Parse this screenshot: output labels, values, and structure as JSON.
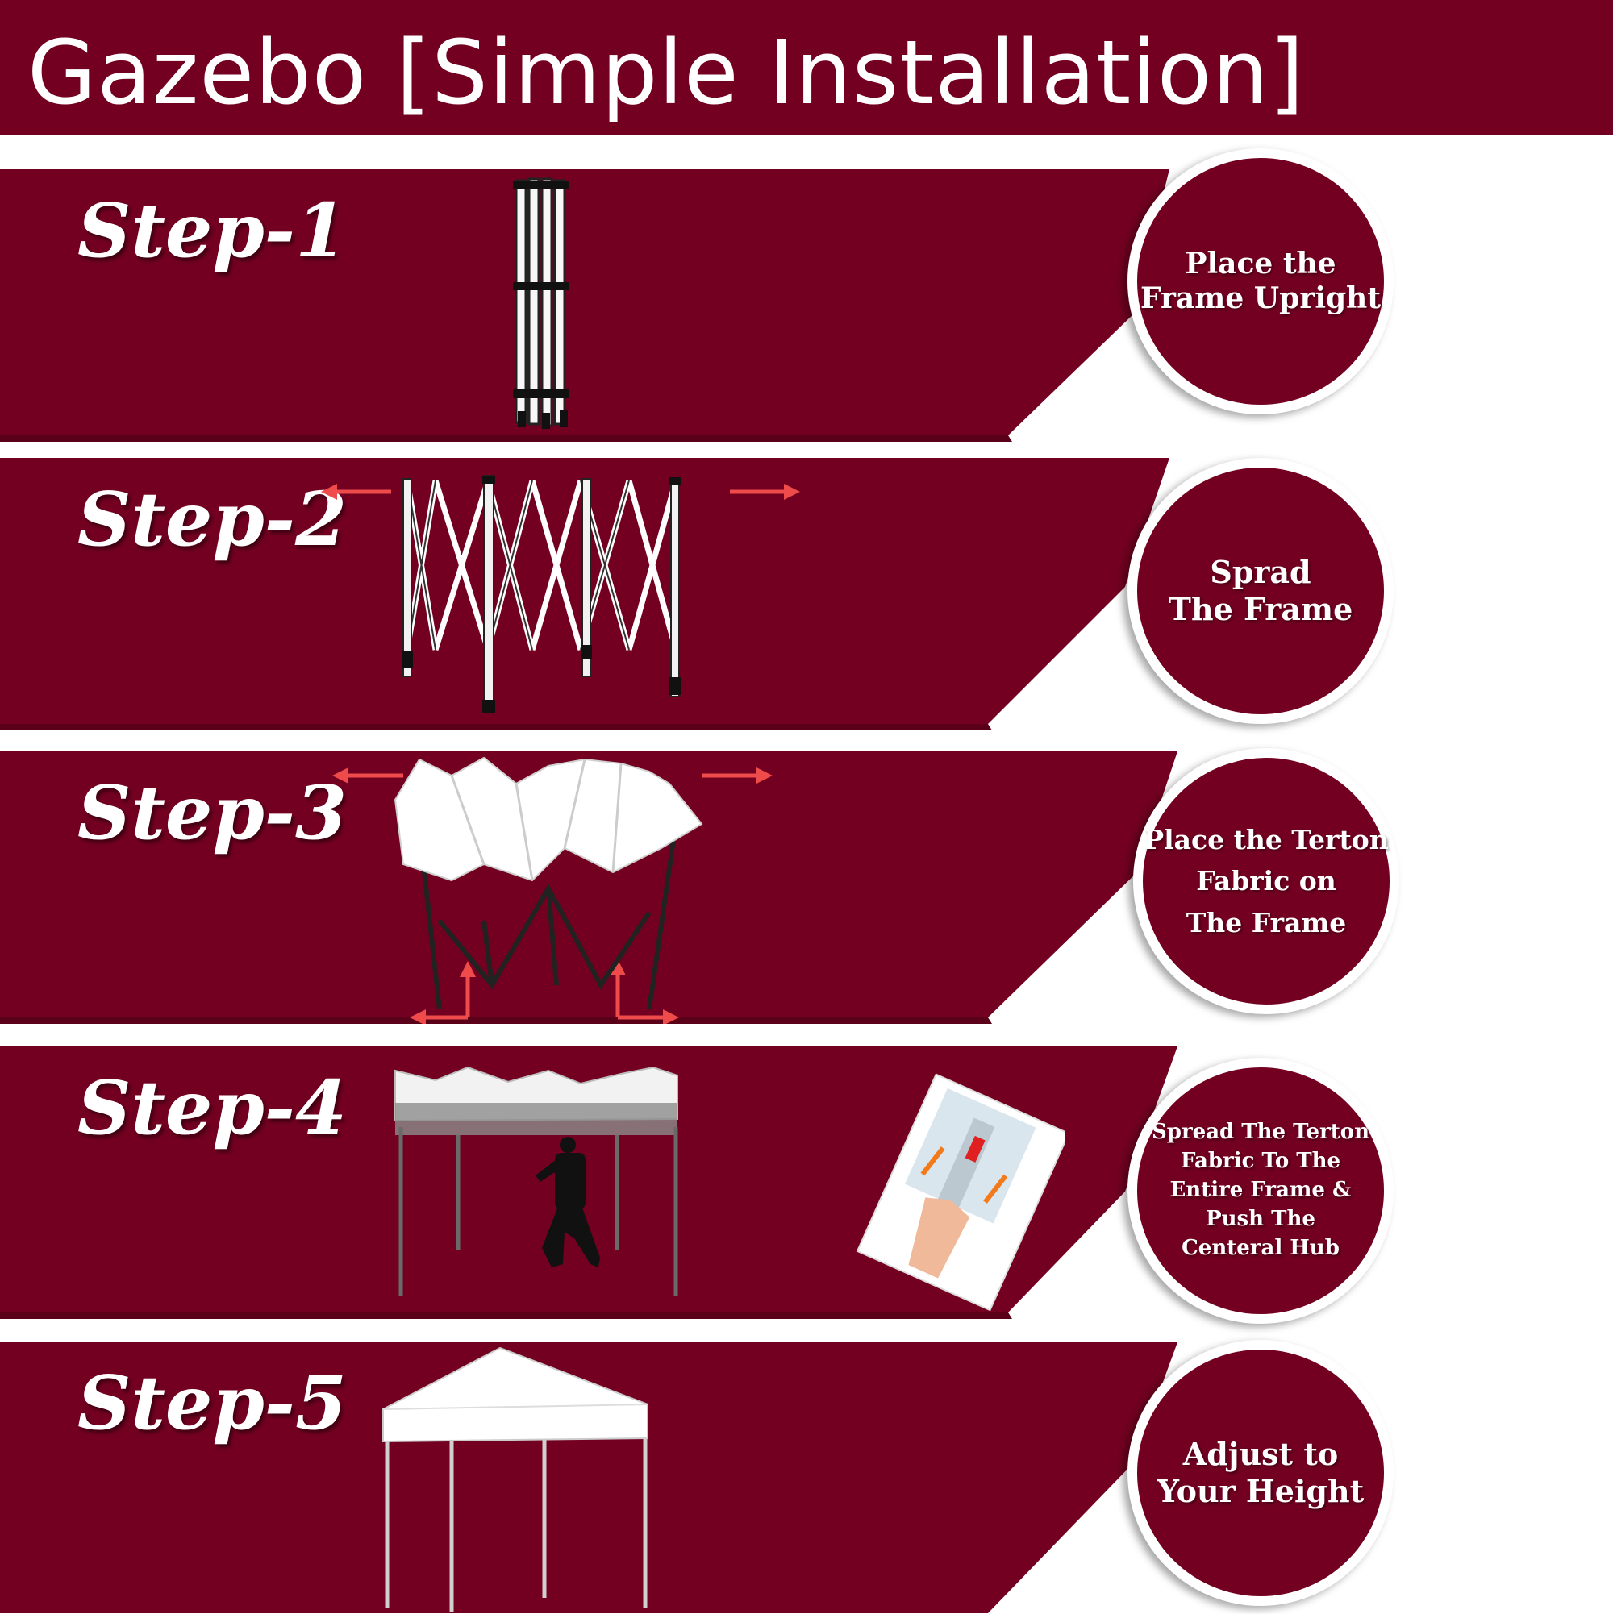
{
  "colors": {
    "maroon": "#730021",
    "arrow": "#ef4b4b",
    "white": "#ffffff"
  },
  "title": "Gazebo [Simple Installation]",
  "steps": [
    {
      "label": "Step-1",
      "caption": "Place the\nFrame Upright",
      "icon": "folded-frame-icon"
    },
    {
      "label": "Step-2",
      "caption": "Sprad\nThe Frame",
      "icon": "expanding-frame-icon"
    },
    {
      "label": "Step-3",
      "caption": "Place the Terton\nFabric on\nThe Frame",
      "icon": "fabric-on-frame-icon"
    },
    {
      "label": "Step-4",
      "caption": "Spread The Terton\nFabric To The\nEntire Frame &\nPush The\nCenteral Hub",
      "icon": "spread-fabric-icon"
    },
    {
      "label": "Step-5",
      "caption": "Adjust to\nYour Height",
      "icon": "finished-gazebo-icon"
    }
  ]
}
